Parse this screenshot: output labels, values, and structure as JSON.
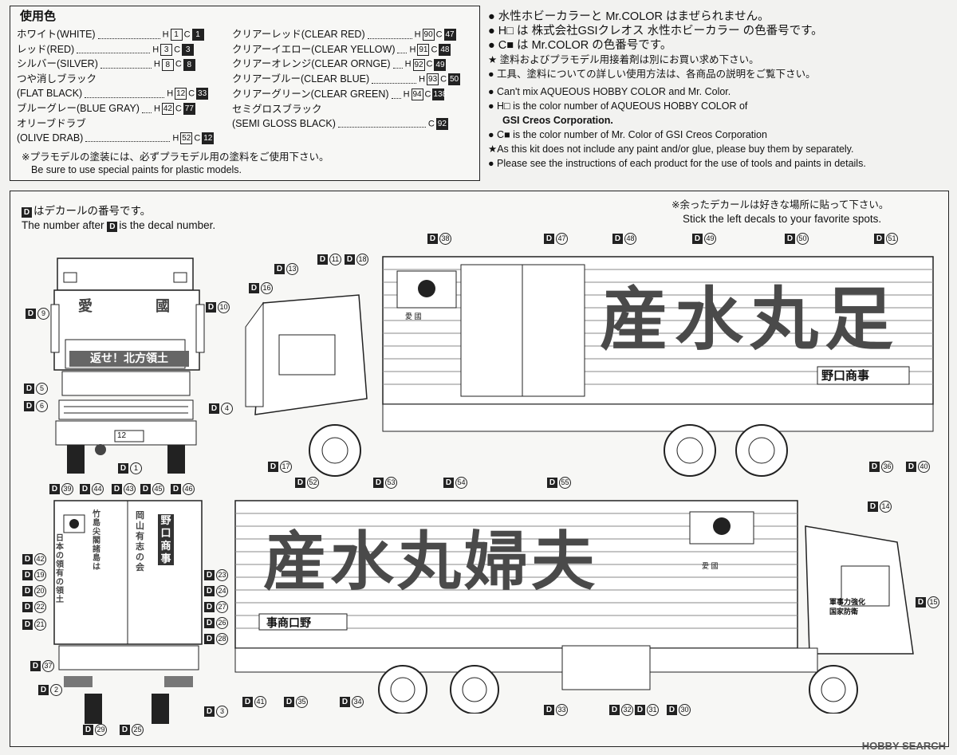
{
  "colors_title": "使用色",
  "colors_left": [
    {
      "name": "ホワイト(WHITE)",
      "h": "1",
      "c": "1"
    },
    {
      "name": "レッド(RED)",
      "h": "3",
      "c": "3"
    },
    {
      "name": "シルバー(SILVER)",
      "h": "8",
      "c": "8"
    },
    {
      "name": "つや消しブラック",
      "h": "",
      "c": ""
    },
    {
      "name": "(FLAT BLACK)",
      "h": "12",
      "c": "33"
    },
    {
      "name": "ブルーグレー(BLUE GRAY)",
      "h": "42",
      "c": "77"
    },
    {
      "name": "オリーブドラブ",
      "h": "",
      "c": ""
    },
    {
      "name": "(OLIVE DRAB)",
      "h": "52",
      "c": "12"
    }
  ],
  "colors_right": [
    {
      "name": "クリアーレッド(CLEAR RED)",
      "h": "90",
      "c": "47"
    },
    {
      "name": "クリアーイエロー(CLEAR YELLOW)",
      "h": "91",
      "c": "48"
    },
    {
      "name": "クリアーオレンジ(CLEAR ORNGE)",
      "h": "92",
      "c": "49"
    },
    {
      "name": "クリアーブルー(CLEAR BLUE)",
      "h": "93",
      "c": "50"
    },
    {
      "name": "クリアーグリーン(CLEAR GREEN)",
      "h": "94",
      "c": "138"
    },
    {
      "name": "セミグロスブラック",
      "h": "",
      "c": ""
    },
    {
      "name": "(SEMI GLOSS BLACK)",
      "h": "",
      "c": "92"
    }
  ],
  "plastic_note_jp": "※プラモデルの塗装には、必ずプラモデル用の塗料をご使用下さい。",
  "plastic_note_en": "Be sure to use special paints for plastic models.",
  "notes_jp": [
    "● 水性ホビーカラーと Mr.COLOR はまぜられません。",
    "● H□ は 株式会社GSIクレオス 水性ホビーカラー の色番号です。",
    "● C■ は Mr.COLOR の色番号です。",
    "★ 塗料およびプラモデル用接着剤は別にお買い求め下さい。",
    "● 工具、塗料についての詳しい使用方法は、各商品の説明をご覧下さい。"
  ],
  "notes_en": [
    "● Can't mix AQUEOUS HOBBY COLOR and Mr. Color.",
    "● H□ is the color number of AQUEOUS HOBBY COLOR of",
    "GSI Creos Corporation.",
    "● C■ is the color number of Mr. Color of GSI Creos Corporation",
    "★As this kit does not include any paint and/or glue, please buy them by separately.",
    "● Please see the instructions of each product for the use of tools and paints in details."
  ],
  "decal_note_jp": "はデカールの番号です。",
  "decal_note_en_pre": "The number after",
  "decal_note_en_post": "is the decal number.",
  "left_decal_note_jp": "※余ったデカールは好きな場所に貼って下さい。",
  "left_decal_note_en": "Stick the left decals to your favorite spots.",
  "d_letter": "D",
  "h_letter": "H",
  "c_letter": "C",
  "truck_text": {
    "front_banner": "返せ！北方領土",
    "front_left": "愛",
    "front_right": "國",
    "plate": "12",
    "company": "野口商事",
    "company_rev": "事商口野",
    "side_kanji_top": [
      "産",
      "水",
      "丸",
      "足"
    ],
    "side_kanji_bottom": [
      "産",
      "水",
      "丸",
      "婦",
      "夫"
    ],
    "flag_label": "愛 國",
    "door_side_1": "軍事力強化",
    "door_side_2": "国家防衛",
    "rear_vertical_1": "日本の領有の領土",
    "rear_vertical_2": "竹島 尖閣諸島は",
    "rear_vertical_3": "岡山有志の会",
    "rear_company": "野口商事"
  },
  "decals": [
    {
      "n": "38"
    },
    {
      "n": "47"
    },
    {
      "n": "48"
    },
    {
      "n": "49"
    },
    {
      "n": "50"
    },
    {
      "n": "51"
    },
    {
      "n": "13"
    },
    {
      "n": "11"
    },
    {
      "n": "18"
    },
    {
      "n": "16"
    },
    {
      "n": "9"
    },
    {
      "n": "10"
    },
    {
      "n": "5"
    },
    {
      "n": "6"
    },
    {
      "n": "4"
    },
    {
      "n": "1"
    },
    {
      "n": "17"
    },
    {
      "n": "36"
    },
    {
      "n": "40"
    },
    {
      "n": "39"
    },
    {
      "n": "44"
    },
    {
      "n": "43"
    },
    {
      "n": "45"
    },
    {
      "n": "46"
    },
    {
      "n": "42"
    },
    {
      "n": "19"
    },
    {
      "n": "20"
    },
    {
      "n": "22"
    },
    {
      "n": "21"
    },
    {
      "n": "23"
    },
    {
      "n": "24"
    },
    {
      "n": "27"
    },
    {
      "n": "26"
    },
    {
      "n": "28"
    },
    {
      "n": "37"
    },
    {
      "n": "2"
    },
    {
      "n": "3"
    },
    {
      "n": "29"
    },
    {
      "n": "25"
    },
    {
      "n": "52"
    },
    {
      "n": "53"
    },
    {
      "n": "54"
    },
    {
      "n": "55"
    },
    {
      "n": "14"
    },
    {
      "n": "15"
    },
    {
      "n": "41"
    },
    {
      "n": "35"
    },
    {
      "n": "34"
    },
    {
      "n": "33"
    },
    {
      "n": "32"
    },
    {
      "n": "31"
    },
    {
      "n": "30"
    }
  ],
  "watermark": "HOBBY SEARCH"
}
